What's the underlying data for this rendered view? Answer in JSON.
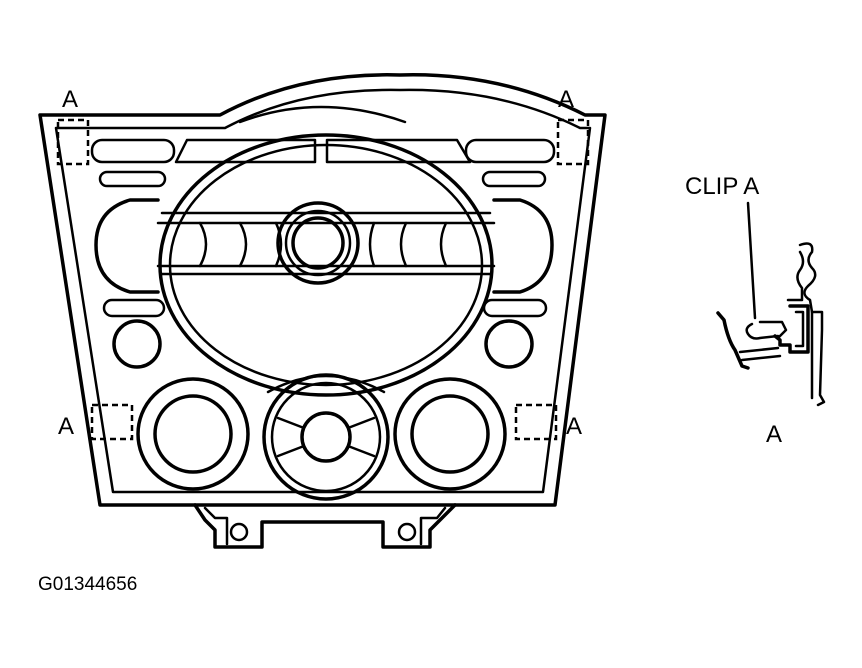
{
  "labels": {
    "clip_top_left": "A",
    "clip_top_right": "A",
    "clip_bottom_left": "A",
    "clip_bottom_right": "A",
    "detail_title": "CLIP A",
    "detail_caption": "A"
  },
  "figure_id": "G01344656"
}
